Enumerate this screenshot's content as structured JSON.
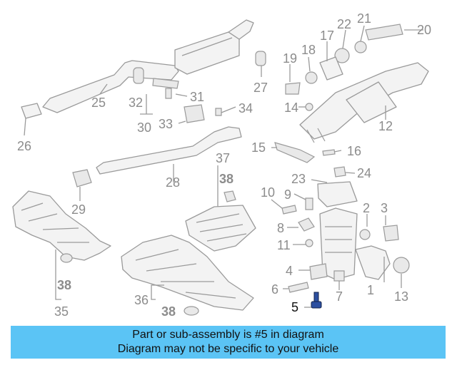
{
  "banner": {
    "line1": "Part or sub-assembly is #5 in diagram",
    "line2": "Diagram may not be specific to your vehicle",
    "background": "#5bc4f5"
  },
  "highlight_color": "#2c4fa0",
  "labels": {
    "p1": "1",
    "p2": "2",
    "p3": "3",
    "p4": "4",
    "p5": "5",
    "p6": "6",
    "p7": "7",
    "p8": "8",
    "p9": "9",
    "p10": "10",
    "p11": "11",
    "p12": "12",
    "p13": "13",
    "p14": "14",
    "p15": "15",
    "p16": "16",
    "p17": "17",
    "p18": "18",
    "p19": "19",
    "p20": "20",
    "p21": "21",
    "p22": "22",
    "p23": "23",
    "p24": "24",
    "p25": "25",
    "p26": "26",
    "p27": "27",
    "p28": "28",
    "p29": "29",
    "p30": "30",
    "p31": "31",
    "p32": "32",
    "p33": "33",
    "p34": "34",
    "p35": "35",
    "p36": "36",
    "p37": "37",
    "p38a": "38",
    "p38b": "38",
    "p38c": "38"
  }
}
